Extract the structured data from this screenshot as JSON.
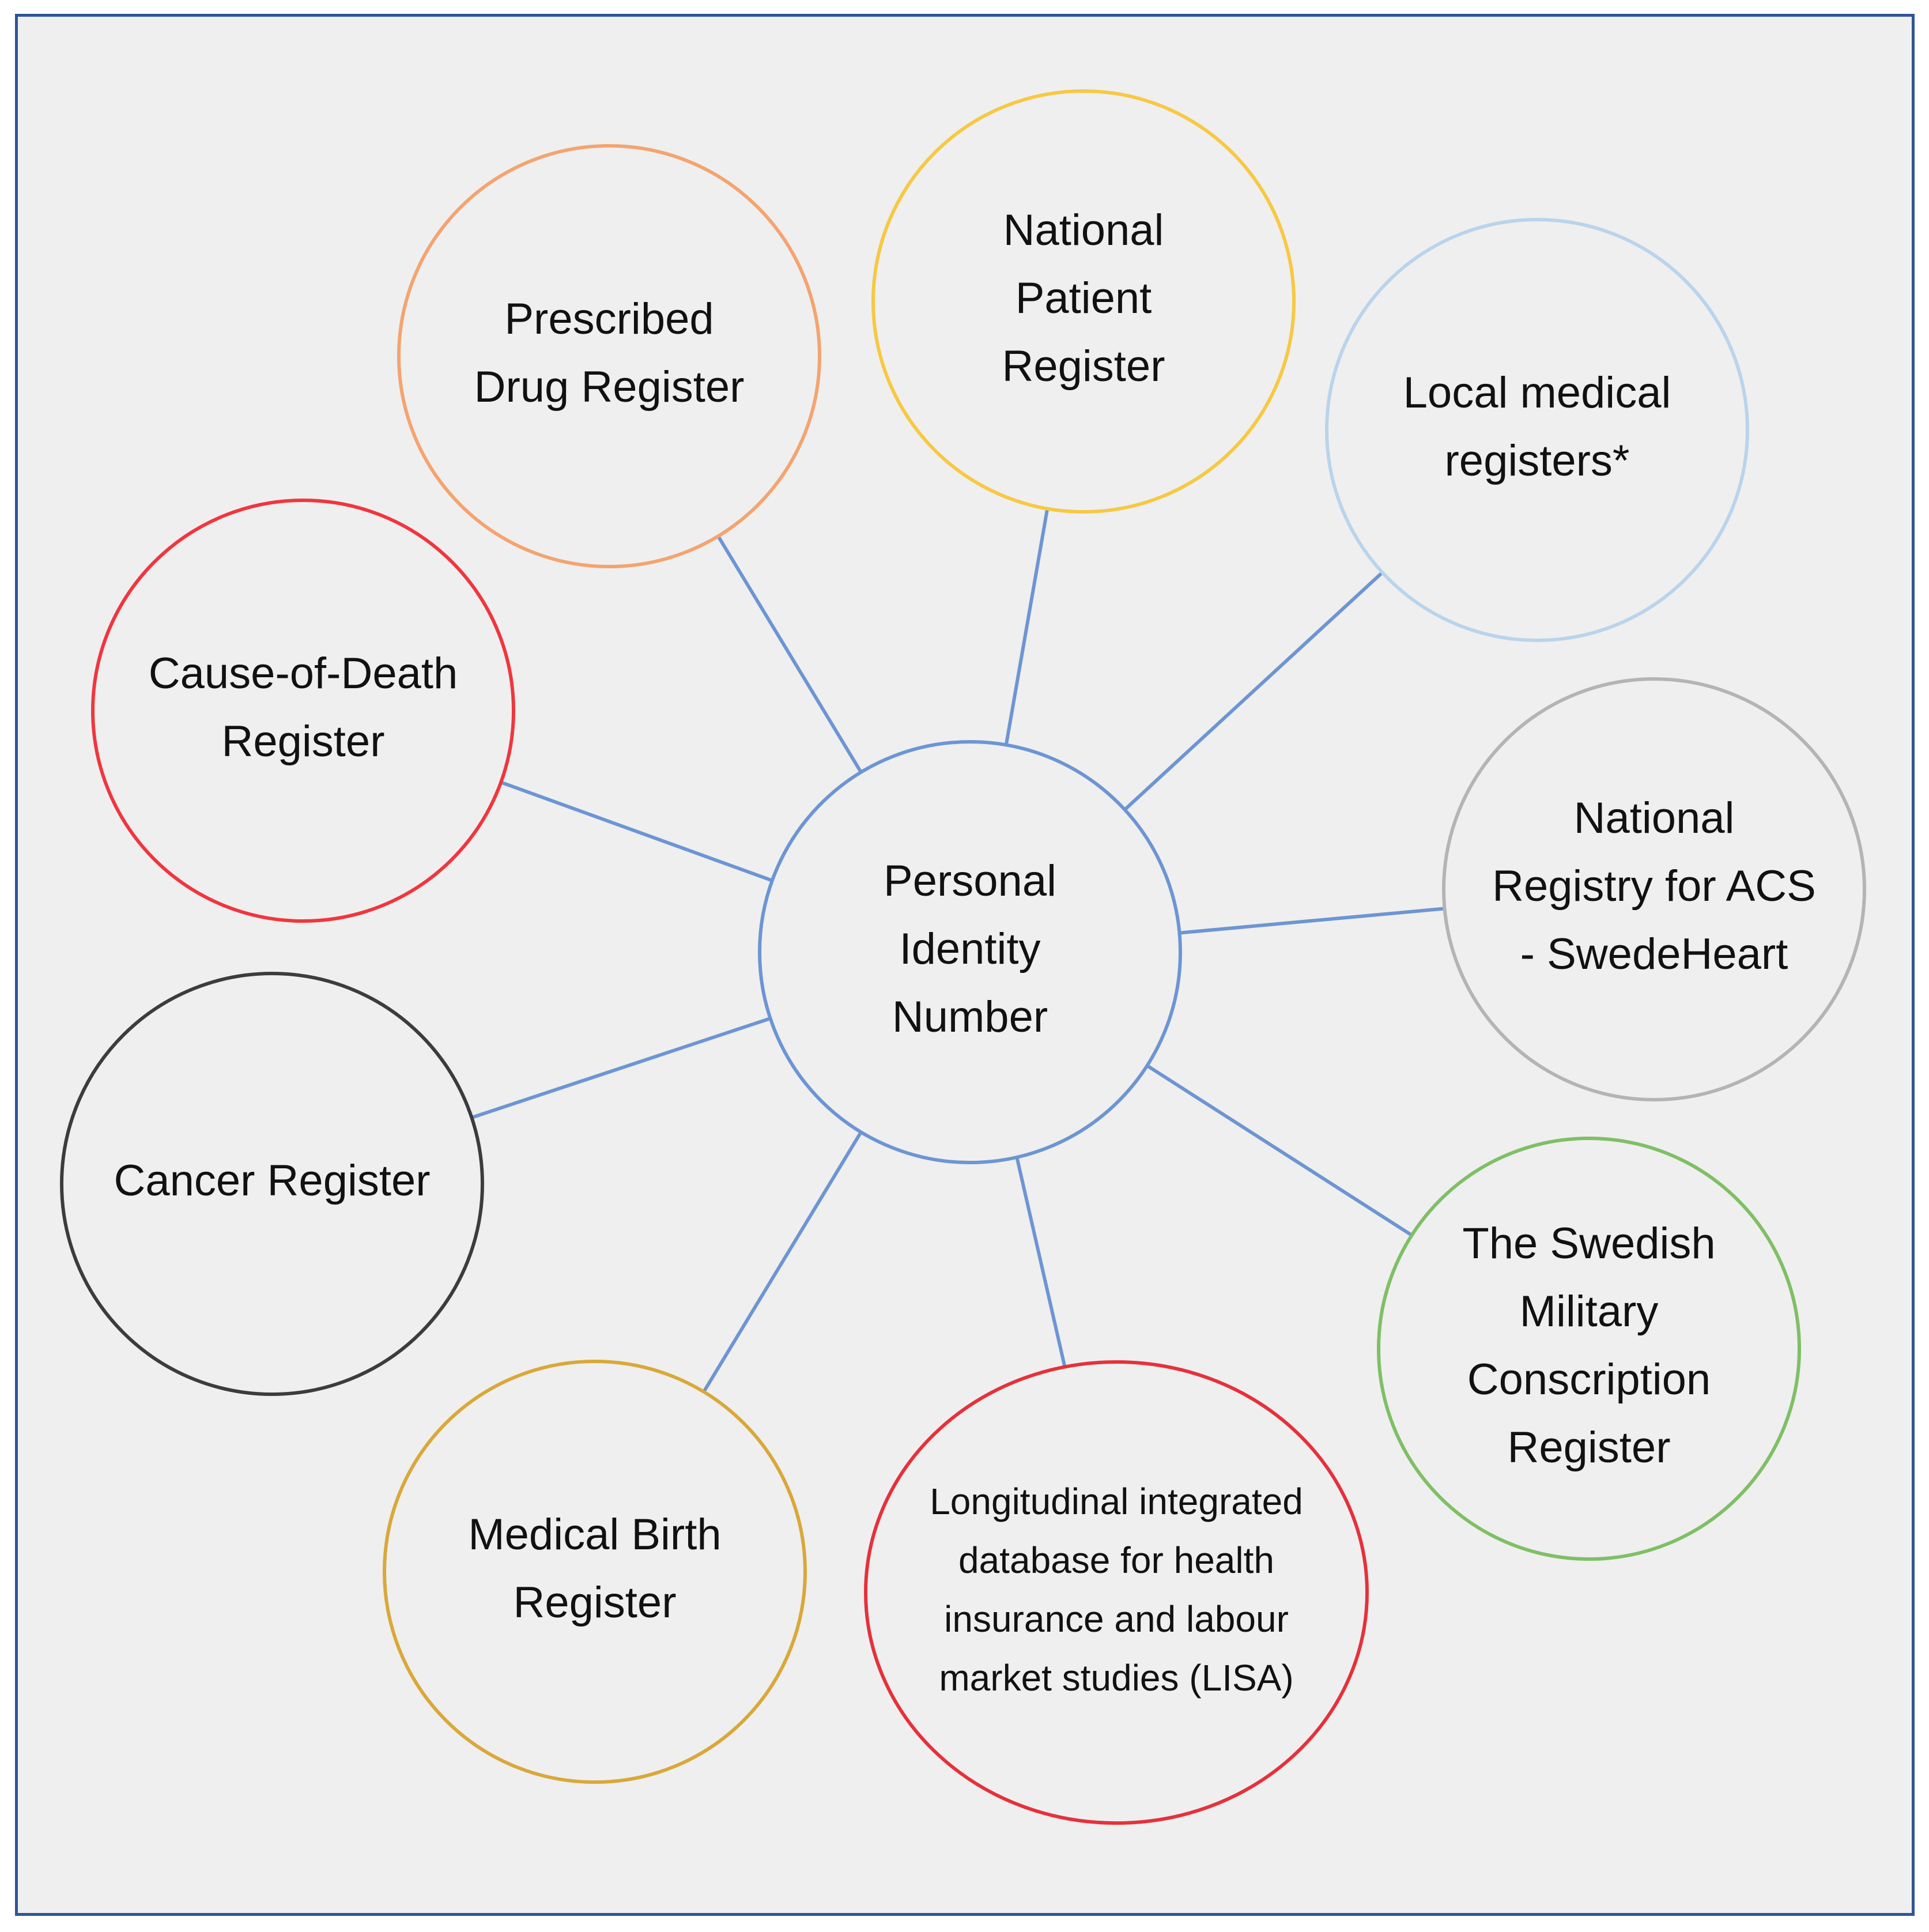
{
  "center": {
    "id": "personal-identity-number",
    "lines": [
      "Personal",
      "Identity",
      "Number"
    ],
    "color": "#6c95d3"
  },
  "connector_color": "#6c95d3",
  "nodes": [
    {
      "id": "prescribed-drug-register",
      "lines": [
        "Prescribed",
        "Drug Register"
      ],
      "color": "#f4a470"
    },
    {
      "id": "national-patient-register",
      "lines": [
        "National",
        "Patient",
        "Register"
      ],
      "color": "#f7c843"
    },
    {
      "id": "local-medical-registers",
      "lines": [
        "Local medical",
        "registers*"
      ],
      "color": "#b9d4ec"
    },
    {
      "id": "swedeheart-registry",
      "lines": [
        "National",
        "Registry for ACS",
        "- SwedeHeart"
      ],
      "color": "#b4b4b4"
    },
    {
      "id": "military-conscription-register",
      "lines": [
        "The Swedish",
        "Military",
        "Conscription",
        "Register"
      ],
      "color": "#7fbf66"
    },
    {
      "id": "lisa-database",
      "lines": [
        "Longitudinal integrated",
        "database for health",
        "insurance and labour",
        "market studies (LISA)"
      ],
      "color": "#e5313b"
    },
    {
      "id": "medical-birth-register",
      "lines": [
        "Medical Birth",
        "Register"
      ],
      "color": "#d9a83a"
    },
    {
      "id": "cancer-register",
      "lines": [
        "Cancer Register"
      ],
      "color": "#3c3c3c"
    },
    {
      "id": "cause-of-death-register",
      "lines": [
        "Cause-of-Death",
        "Register"
      ],
      "color": "#f0363e"
    }
  ]
}
